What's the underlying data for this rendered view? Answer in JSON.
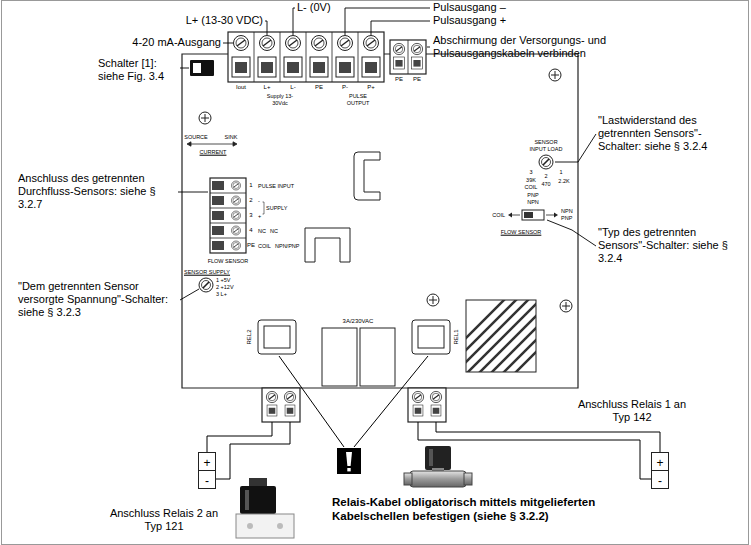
{
  "diagram": {
    "nodes": [
      {
        "text": [
          "+",
          "-"
        ]
      },
      {
        "text": [
          "+",
          "-"
        ]
      }
    ],
    "labels": [
      "L- (0V)",
      "Pulsausgang –",
      "L+ (13-30 VDC)",
      "Pulsausgang +",
      "4-20 mA-Ausgang",
      "Abschirmung der Versorgungs- und Pulsausgangskabeln verbinden",
      "Schalter [1]: siehe Fig. 3.4",
      "Iout",
      "L+",
      "L-",
      "PE",
      "P-",
      "P+",
      "Supply 13-30Vdc",
      "PULSE OUTPUT",
      "PE",
      "PE",
      "SOURCE",
      "SINK",
      "CURRENT",
      "1",
      "2",
      "3",
      "4",
      "PE",
      "PULSE INPUT",
      "-",
      "SUPPLY",
      "+",
      "NC",
      "NC",
      "COIL",
      "NPN/PNP",
      "FLOW SENSOR",
      "SENSOR SUPPLY",
      "1 +5V",
      "2 +12V",
      "3 L+",
      "Anschluss des getrennten Durchfluss-Sensors: siehe § 3.2.7",
      "\"Dem getrennten Sensor versorgte Spannung\"-Schalter: siehe § 3.2.3",
      "SENSOR INPUT LOAD",
      "3",
      "2",
      "1",
      "39K COIL",
      "470",
      "2.2K",
      "\"Lastwiderstand des getrennten Sensors\"-Schalter: siehe § 3.2.4",
      "PNP NPN",
      "COIL",
      "NPN PNP",
      "FLOW SENSOR",
      "\"Typ des getrennten Sensors\"-Schalter: siehe § 3.2.4",
      "REL2",
      "3A/230VAC",
      "REL1",
      "Anschluss Relais 1 an Typ 142",
      "Anschluss Relais 2 an Typ 121",
      "Relais-Kabel obligatorisch mittels mitgelieferten Kabelschellen befestigen (siehe § 3.2.2)"
    ]
  }
}
